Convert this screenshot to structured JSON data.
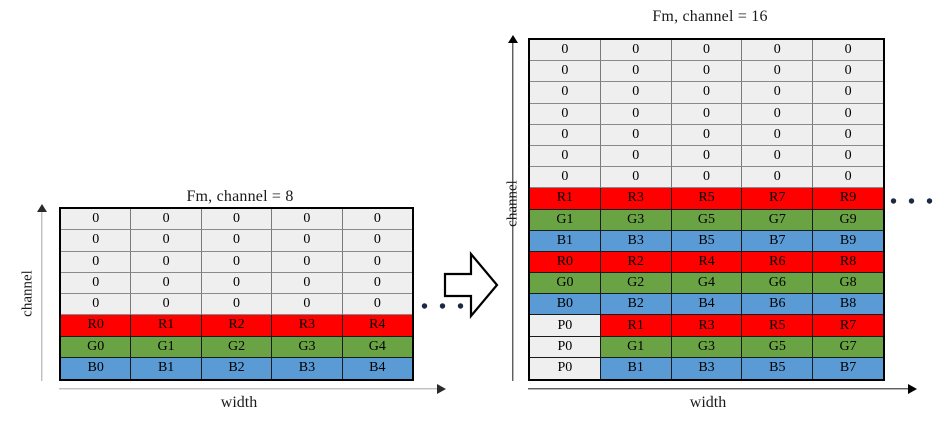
{
  "figure": {
    "type": "diagram",
    "description": "feature-map channel packing diagram"
  },
  "left_panel": {
    "title": "Fm, channel = 8",
    "y_axis_label": "channel",
    "x_axis_label": "width",
    "ellipsis": "• • •",
    "columns": 5,
    "rows": 8,
    "grid": [
      {
        "kind": "zero",
        "cells": [
          "0",
          "0",
          "0",
          "0",
          "0"
        ]
      },
      {
        "kind": "zero",
        "cells": [
          "0",
          "0",
          "0",
          "0",
          "0"
        ]
      },
      {
        "kind": "zero",
        "cells": [
          "0",
          "0",
          "0",
          "0",
          "0"
        ]
      },
      {
        "kind": "zero",
        "cells": [
          "0",
          "0",
          "0",
          "0",
          "0"
        ]
      },
      {
        "kind": "zero",
        "cells": [
          "0",
          "0",
          "0",
          "0",
          "0"
        ]
      },
      {
        "kind": "red",
        "cells": [
          "R0",
          "R1",
          "R2",
          "R3",
          "R4"
        ]
      },
      {
        "kind": "green",
        "cells": [
          "G0",
          "G1",
          "G2",
          "G3",
          "G4"
        ]
      },
      {
        "kind": "blue",
        "cells": [
          "B0",
          "B1",
          "B2",
          "B3",
          "B4"
        ]
      }
    ]
  },
  "right_panel": {
    "title": "Fm, channel = 16",
    "y_axis_label": "channel",
    "x_axis_label": "width",
    "ellipsis": "• • •",
    "columns": 5,
    "rows": 16,
    "grid": [
      {
        "kind": "zero",
        "cells": [
          "0",
          "0",
          "0",
          "0",
          "0"
        ]
      },
      {
        "kind": "zero",
        "cells": [
          "0",
          "0",
          "0",
          "0",
          "0"
        ]
      },
      {
        "kind": "zero",
        "cells": [
          "0",
          "0",
          "0",
          "0",
          "0"
        ]
      },
      {
        "kind": "zero",
        "cells": [
          "0",
          "0",
          "0",
          "0",
          "0"
        ]
      },
      {
        "kind": "zero",
        "cells": [
          "0",
          "0",
          "0",
          "0",
          "0"
        ]
      },
      {
        "kind": "zero",
        "cells": [
          "0",
          "0",
          "0",
          "0",
          "0"
        ]
      },
      {
        "kind": "zero",
        "cells": [
          "0",
          "0",
          "0",
          "0",
          "0"
        ]
      },
      {
        "kind": "red",
        "cells": [
          "R1",
          "R3",
          "R5",
          "R7",
          "R9"
        ]
      },
      {
        "kind": "green",
        "cells": [
          "G1",
          "G3",
          "G5",
          "G7",
          "G9"
        ]
      },
      {
        "kind": "blue",
        "cells": [
          "B1",
          "B3",
          "B5",
          "B7",
          "B9"
        ]
      },
      {
        "kind": "red",
        "cells": [
          "R0",
          "R2",
          "R4",
          "R6",
          "R8"
        ]
      },
      {
        "kind": "green",
        "cells": [
          "G0",
          "G2",
          "G4",
          "G6",
          "G8"
        ]
      },
      {
        "kind": "blue",
        "cells": [
          "B0",
          "B2",
          "B4",
          "B6",
          "B8"
        ]
      },
      {
        "kind": "pad-red",
        "cells": [
          "P0",
          "R1",
          "R3",
          "R5",
          "R7"
        ]
      },
      {
        "kind": "pad-green",
        "cells": [
          "P0",
          "G1",
          "G3",
          "G5",
          "G7"
        ]
      },
      {
        "kind": "pad-blue",
        "cells": [
          "P0",
          "B1",
          "B3",
          "B5",
          "B7"
        ]
      }
    ]
  },
  "transform_arrow": {
    "name": "block-arrow-right",
    "direction": "right"
  },
  "colors": {
    "red": "#fe0000",
    "green": "#6aa344",
    "blue": "#5b9bd5",
    "zero": "#efefef",
    "border": "#000000",
    "axis_gray": "#a6a6a6",
    "axis_black": "#1b1b1b"
  }
}
